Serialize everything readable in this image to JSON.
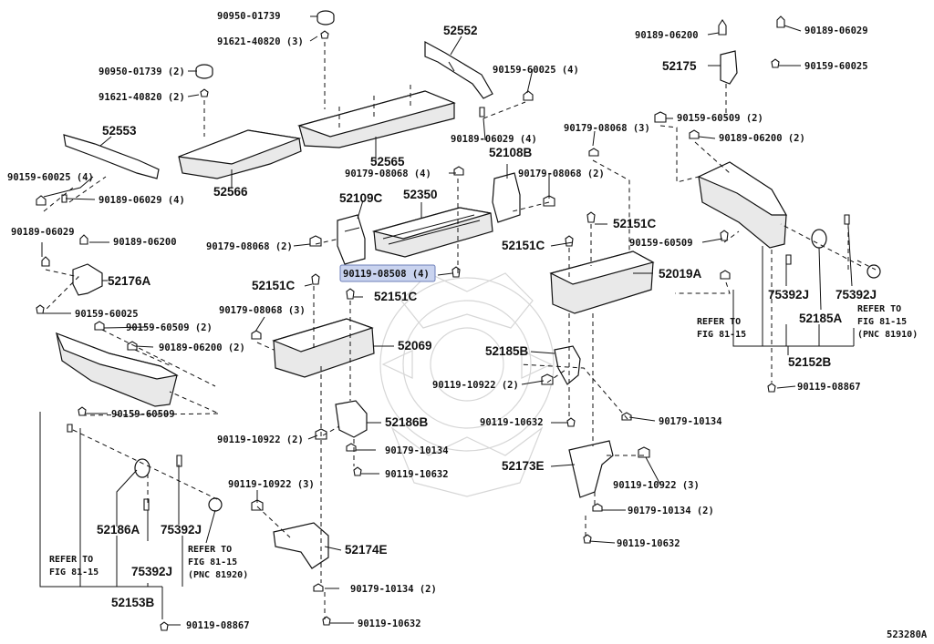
{
  "diagram_id": "523280A",
  "highlighted_part": "90119-08508 (4)",
  "labels": {
    "p90950_01739_a": "90950-01739",
    "p91621_40820_3": "91621-40820 (3)",
    "p90950_01739_2": "90950-01739 (2)",
    "p91621_40820_2": "91621-40820 (2)",
    "p52552": "52552",
    "p90159_60025_4": "90159-60025 (4)",
    "p90189_06029_4_top": "90189-06029 (4)",
    "p52553": "52553",
    "p90159_60025_4_left": "90159-60025 (4)",
    "p90189_06029_4_left": "90189-06029 (4)",
    "p52566": "52566",
    "p52565": "52565",
    "p90179_08068_4": "90179-08068 (4)",
    "p52108B": "52108B",
    "p90179_08068_2_right": "90179-08068 (2)",
    "p52109C": "52109C",
    "p52350": "52350",
    "p90179_08068_2_left": "90179-08068 (2)",
    "p90119_08508_4": "90119-08508 (4)",
    "p52151C_a": "52151C",
    "p52151C_b": "52151C",
    "p52151C_c": "52151C",
    "p52151C_d": "52151C",
    "p90189_06029": "90189-06029",
    "p90189_06200": "90189-06200",
    "p52176A": "52176A",
    "p90159_60025_left": "90159-60025",
    "p90159_60509_2_left": "90159-60509 (2)",
    "p90189_06200_2_left": "90189-06200 (2)",
    "p90179_08068_3_left": "90179-08068 (3)",
    "p52069": "52069",
    "p90159_60509_left": "90159-60509",
    "p52186B": "52186B",
    "p90119_10922_2_mid": "90119-10922 (2)",
    "p90179_10134_mid": "90179-10134",
    "p90119_10632_mid": "90119-10632",
    "p90119_10922_3_left": "90119-10922 (3)",
    "p52174E": "52174E",
    "p90179_10134_2_bot": "90179-10134 (2)",
    "p90119_10632_bot": "90119-10632",
    "p52186A": "52186A",
    "p75392J_left_a": "75392J",
    "p75392J_left_b": "75392J",
    "p52153B": "52153B",
    "p90119_08867_left": "90119-08867",
    "p90189_06200_top": "90189-06200",
    "p90189_06029_top": "90189-06029",
    "p52175": "52175",
    "p90159_60025_top": "90159-60025",
    "p90159_60509_2_right": "90159-60509 (2)",
    "p90189_06200_2_right": "90189-06200 (2)",
    "p90179_08068_3_right": "90179-08068 (3)",
    "p90159_60509_right": "90159-60509",
    "p52019A": "52019A",
    "p75392J_right_a": "75392J",
    "p75392J_right_b": "75392J",
    "p52185A": "52185A",
    "p52152B": "52152B",
    "p90119_08867_right": "90119-08867",
    "p52185B": "52185B",
    "p90119_10922_2_right": "90119-10922 (2)",
    "p90119_10632_right": "90119-10632",
    "p90179_10134_right": "90179-10134",
    "p52173E": "52173E",
    "p90119_10922_3_right": "90119-10922 (3)",
    "p90179_10134_2_right": "90179-10134 (2)",
    "p90119_10632_right_bot": "90119-10632"
  },
  "notes": {
    "left_refer_1": "REFER TO",
    "left_refer_2": "FIG 81-15",
    "left_pnc_1": "REFER TO",
    "left_pnc_2": "FIG 81-15",
    "left_pnc_3": "(PNC 81920)",
    "right_refer_1": "REFER TO",
    "right_refer_2": "FIG 81-15",
    "right_pnc_1": "REFER TO",
    "right_pnc_2": "FIG 81-15",
    "right_pnc_3": "(PNC 81910)"
  }
}
